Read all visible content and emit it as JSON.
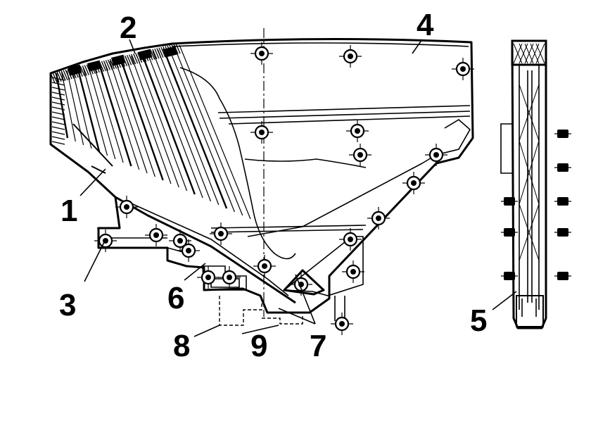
{
  "labels": {
    "l1": "1",
    "l2": "2",
    "l3": "3",
    "l4": "4",
    "l5": "5",
    "l6": "6",
    "l7": "7",
    "l8": "8",
    "l9": "9"
  },
  "colors": {
    "ink": "#000000",
    "paper": "#ffffff"
  }
}
